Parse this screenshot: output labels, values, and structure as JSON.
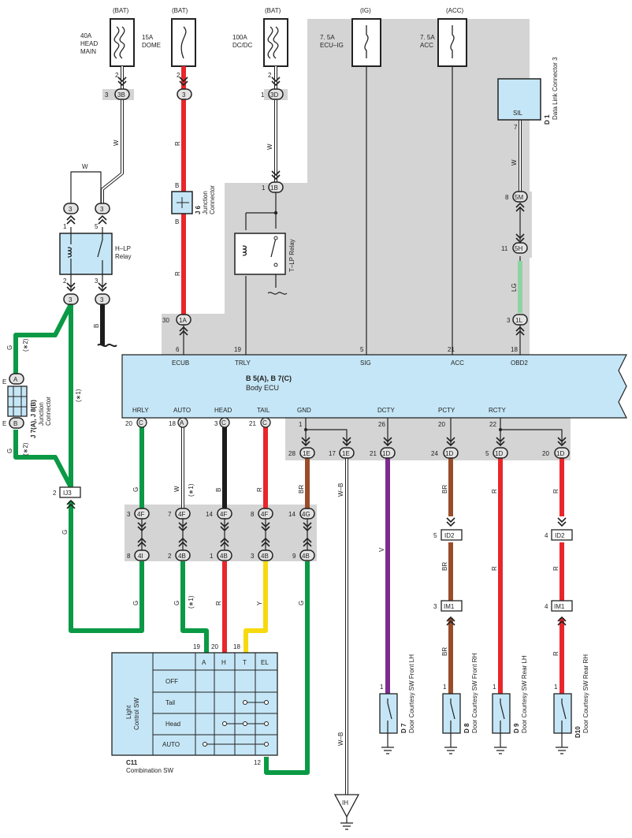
{
  "colors": {
    "panel": "#d4d4d4",
    "ecu": "#c5e6f6",
    "red": "#e8262b",
    "green": "#0a9a45",
    "black": "#1c1c1c",
    "white": "#ffffff",
    "yellow": "#f6d90f",
    "brown": "#9a4d2a",
    "violet": "#7b2d8e",
    "lightgreen": "#8fd3a4",
    "line": "#222222"
  },
  "power": {
    "bat1": "(BAT)",
    "bat2": "(BAT)",
    "bat3": "(BAT)",
    "ig": "(IG)",
    "acc": "(ACC)",
    "f1a": "40A",
    "f1b": "HEAD",
    "f1c": "MAIN",
    "f2a": "15A",
    "f2b": "DOME",
    "f3a": "100A",
    "f3b": "DC/DC",
    "f4a": "7. 5A",
    "f4b": "ECU–IG",
    "f5a": "7. 5A",
    "f5b": "ACC"
  },
  "top_connectors": {
    "c3b": "3B",
    "c3b_l": "3",
    "c3b_pin": "2",
    "c3": "3",
    "c3_pin": "2",
    "c3d": "3D",
    "c3d_l": "1",
    "c3d_pin": "2",
    "c1b": "1B",
    "c1b_l": "1",
    "c5m": "5M",
    "c5m_l": "8",
    "c5h": "5H",
    "c5h_l": "11",
    "c1l": "1L",
    "c1l_l": "3",
    "c1a": "1A",
    "c1a_l": "30",
    "sil": "SIL",
    "sil_pin": "7",
    "d1_id": "D 1",
    "d1_name": "Data Link Connector 3"
  },
  "wire_labels": {
    "w1": "W",
    "w2": "W",
    "w3": "W",
    "w4": "W",
    "r1": "R",
    "b1": "B",
    "b2": "B",
    "r2": "R",
    "lg": "LG",
    "b3": "B",
    "g1": "G",
    "g2": "G",
    "g3": "G",
    "star2a": "(∗2)",
    "star2b": "(∗2)",
    "star1a": "(∗1)"
  },
  "relays": {
    "hlp_name1": "H–LP",
    "hlp_name2": "Relay",
    "hlp_in1": "3",
    "hlp_in2": "3",
    "hlp_pin1": "1",
    "hlp_pin2": "5",
    "hlp_out1": "3",
    "hlp_out2": "3",
    "hlp_pin3": "2",
    "hlp_pin4": "3",
    "tlp_name": "T–LP Relay",
    "j6_id": "J 6",
    "j6_name1": "Junction",
    "j6_name2": "Connector",
    "j6_b1": "B",
    "j6_b2": "B"
  },
  "ecu": {
    "title": "B 5(A), B 7(C)",
    "subtitle": "Body ECU",
    "top_pins": [
      {
        "num": "6",
        "name": "ECUB"
      },
      {
        "num": "19",
        "name": "TRLY"
      },
      {
        "num": "5",
        "name": "SIG"
      },
      {
        "num": "21",
        "name": "ACC"
      },
      {
        "num": "18",
        "name": "OBD2"
      }
    ],
    "bottom_pins": [
      {
        "num": "20",
        "conn": "C",
        "name": "HRLY"
      },
      {
        "num": "18",
        "conn": "A",
        "name": "AUTO"
      },
      {
        "num": "3",
        "conn": "C",
        "name": "HEAD"
      },
      {
        "num": "21",
        "conn": "C",
        "name": "TAIL"
      },
      {
        "num": "1",
        "conn": "",
        "name": "GND"
      },
      {
        "num": "26",
        "conn": "",
        "name": "DCTY"
      },
      {
        "num": "20",
        "conn": "",
        "name": "PCTY"
      },
      {
        "num": "22",
        "conn": "",
        "name": "RCTY"
      }
    ]
  },
  "junction_left": {
    "id": "J 7(A), J 8(B)",
    "name1": "Junction",
    "name2": "Connector",
    "ea": "E",
    "a": "A",
    "eb": "E",
    "b": "B",
    "ij3": "IJ3",
    "ij3_l": "2",
    "g": "G",
    "star1": "(∗1)"
  },
  "mid_connectors": {
    "row1": [
      {
        "l": "28",
        "c": "1E"
      },
      {
        "l": "17",
        "c": "1E"
      },
      {
        "l": "21",
        "c": "1D"
      },
      {
        "l": "24",
        "c": "1D"
      },
      {
        "l": "5",
        "c": "1D"
      },
      {
        "l": "20",
        "c": "1D"
      }
    ],
    "row2": [
      {
        "l": "3",
        "c": "4F"
      },
      {
        "l": "7",
        "c": "4F"
      },
      {
        "l": "14",
        "c": "4F"
      },
      {
        "l": "8",
        "c": "4F"
      },
      {
        "l": "14",
        "c": "4G"
      }
    ],
    "row3": [
      {
        "l": "8",
        "c": "4I"
      },
      {
        "l": "2",
        "c": "4B"
      },
      {
        "l": "1",
        "c": "4B"
      },
      {
        "l": "3",
        "c": "4B"
      },
      {
        "l": "9",
        "c": "4B"
      }
    ],
    "id2a": "ID2",
    "id2a_l": "5",
    "id2b": "ID2",
    "id2b_l": "4",
    "im1a": "IM1",
    "im1a_l": "3",
    "im1b": "IM1",
    "im1b_l": "4"
  },
  "lower_wire_labels": {
    "g_hrly": "G",
    "w_auto": "W",
    "star_auto": "(∗1)",
    "b_head": "B",
    "r_tail": "R",
    "br_gnd": "BR",
    "wb1": "W–B",
    "v": "V",
    "br_p1": "BR",
    "r_r1": "R",
    "r_r2": "R",
    "g_4i": "G",
    "g_4b": "G",
    "star_4b": "(∗1)",
    "r_4b": "R",
    "y_4b": "Y",
    "g_gnd": "G",
    "br_p2": "BR",
    "br_p3": "BR",
    "r_r3": "R",
    "r_r4": "R",
    "r_r5": "R",
    "wb2": "W–B"
  },
  "switch_table": {
    "side_label1": "Light",
    "side_label2": "Control SW",
    "cols": [
      "A",
      "H",
      "T",
      "EL"
    ],
    "col_pins": [
      "19",
      "20",
      "18"
    ],
    "rows": [
      "OFF",
      "Tail",
      "Head",
      "AUTO"
    ],
    "pin12": "12",
    "id": "C11",
    "name": "Combination SW"
  },
  "door_switches": [
    {
      "pin": "1",
      "id": "D 7",
      "name": "Door Courtesy SW Front LH"
    },
    {
      "pin": "1",
      "id": "D 8",
      "name": "Door Courtesy SW Front RH"
    },
    {
      "pin": "1",
      "id": "D 9",
      "name": "Door Courtesy SW Rear LH"
    },
    {
      "pin": "1",
      "id": "D10",
      "name": "Door Courtesy SW Rear RH"
    }
  ],
  "ground": {
    "ih": "IH"
  }
}
